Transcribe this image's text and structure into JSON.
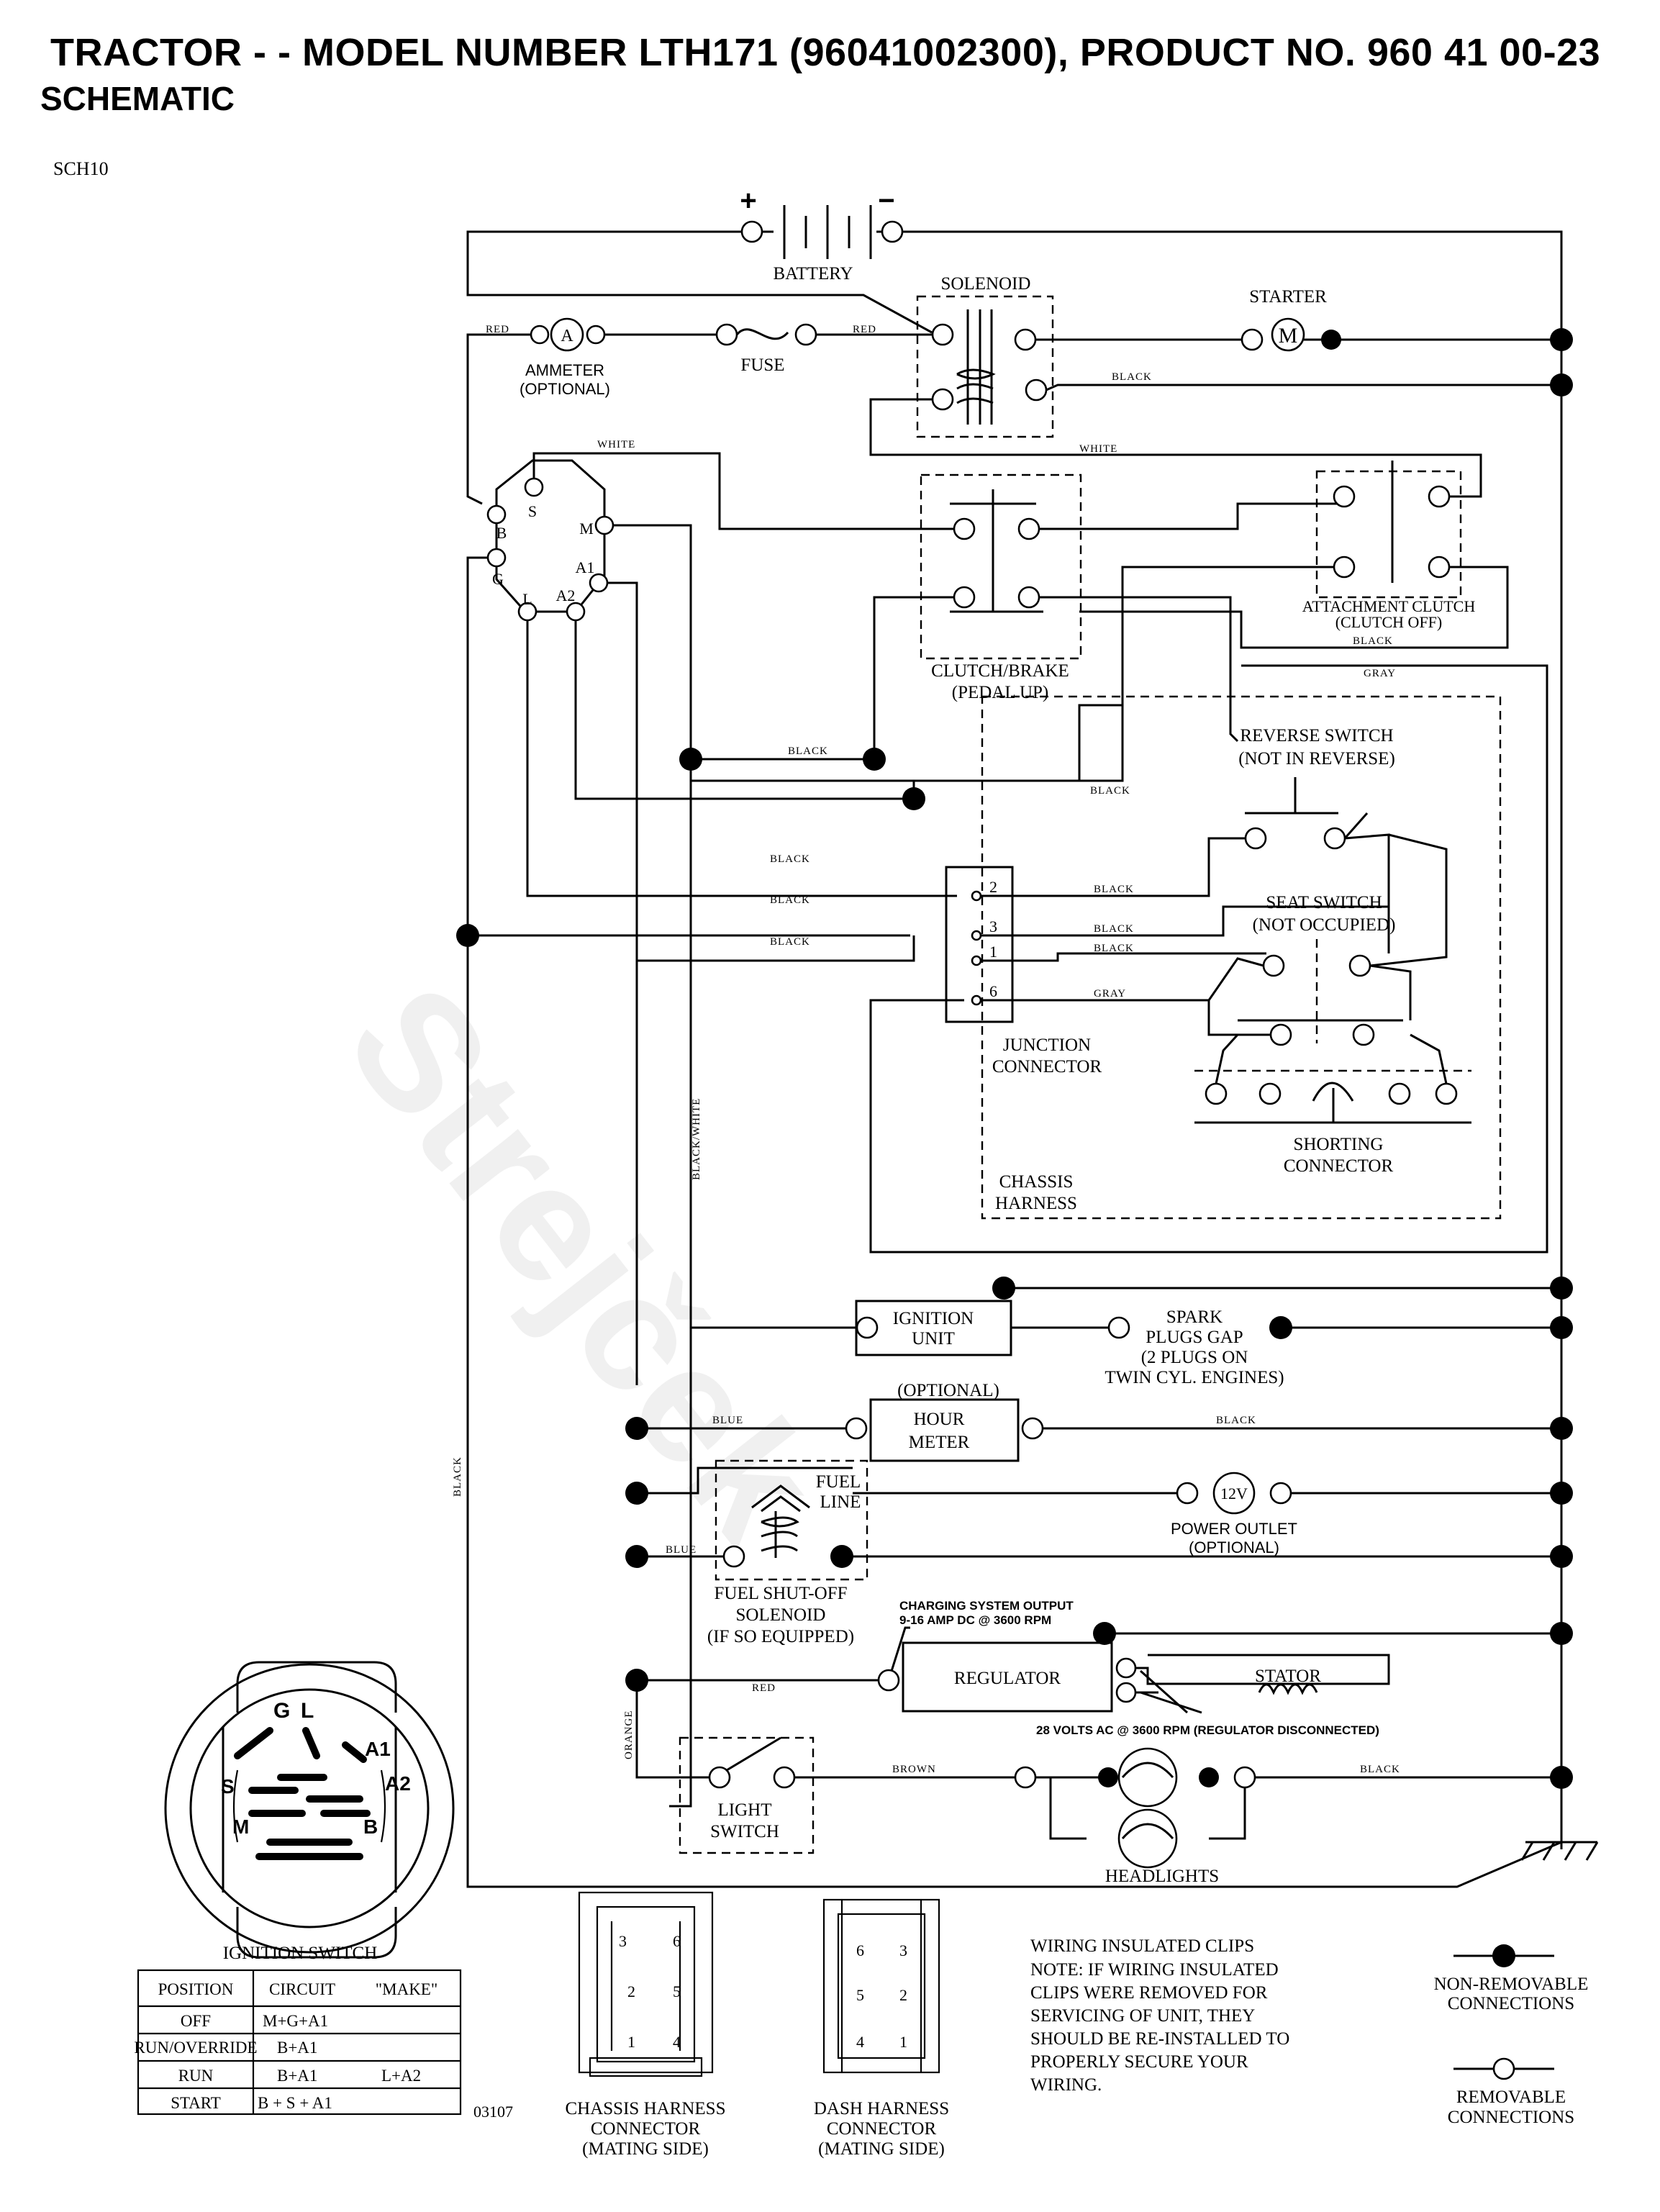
{
  "header": {
    "title": "TRACTOR - - MODEL NUMBER LTH171 (96041002300), PRODUCT NO. 960 41 00-23",
    "subtitle": "SCHEMATIC",
    "code": "SCH10"
  },
  "watermark": "Strejček",
  "components": {
    "battery": "BATTERY",
    "battery_plus": "+",
    "battery_minus": "−",
    "solenoid": "SOLENOID",
    "starter": "STARTER",
    "starter_symbol": "M",
    "ammeter": "AMMETER",
    "ammeter_opt": "(OPTIONAL)",
    "ammeter_symbol": "A",
    "fuse": "FUSE",
    "clutch_brake_1": "CLUTCH/BRAKE",
    "clutch_brake_2": "(PEDAL UP)",
    "attach_clutch_1": "ATTACHMENT CLUTCH",
    "attach_clutch_2": "(CLUTCH OFF)",
    "reverse_1": "REVERSE SWITCH",
    "reverse_2": "(NOT IN REVERSE)",
    "seat_1": "SEAT SWITCH",
    "seat_2": "(NOT OCCUPIED)",
    "junction_1": "JUNCTION",
    "junction_2": "CONNECTOR",
    "shorting_1": "SHORTING",
    "shorting_2": "CONNECTOR",
    "chassis_1": "CHASSIS",
    "chassis_2": "HARNESS",
    "ignition_unit_1": "IGNITION",
    "ignition_unit_2": "UNIT",
    "spark_1": "SPARK",
    "spark_2": "PLUGS GAP",
    "spark_3": "(2 PLUGS ON",
    "spark_4": "TWIN CYL. ENGINES)",
    "hour_opt": "(OPTIONAL)",
    "hour_1": "HOUR",
    "hour_2": "METER",
    "fuel_line_1": "FUEL",
    "fuel_line_2": "LINE",
    "power_outlet_1": "POWER OUTLET",
    "power_outlet_2": "(OPTIONAL)",
    "power_outlet_symbol": "12V",
    "fuel_sol_1": "FUEL SHUT-OFF",
    "fuel_sol_2": "SOLENOID",
    "fuel_sol_3": "(IF SO EQUIPPED)",
    "charging_1": "CHARGING SYSTEM OUTPUT",
    "charging_2": "9-16 AMP DC @ 3600 RPM",
    "regulator": "REGULATOR",
    "stator": "STATOR",
    "ac_note": "28 VOLTS AC @ 3600 RPM (REGULATOR DISCONNECTED)",
    "light_1": "LIGHT",
    "light_2": "SWITCH",
    "headlights": "HEADLIGHTS"
  },
  "ignition_terminals": [
    "S",
    "M",
    "B",
    "A1",
    "G",
    "L",
    "A2"
  ],
  "junction_pins": [
    "2",
    "3",
    "1",
    "6"
  ],
  "wire_labels": {
    "red": "RED",
    "white": "WHITE",
    "black": "BLACK",
    "gray": "GRAY",
    "blue": "BLUE",
    "brown": "BROWN",
    "orange": "ORANGE",
    "black_white": "BLACK/WHITE"
  },
  "ignition_switch": {
    "title": "IGNITION SWITCH",
    "face_labels": [
      "G",
      "L",
      "A1",
      "S",
      "A2",
      "M",
      "B"
    ],
    "headers": [
      "POSITION",
      "CIRCUIT",
      "\"MAKE\""
    ],
    "rows": [
      {
        "position": "OFF",
        "circuit": "M+G+A1",
        "make": ""
      },
      {
        "position": "RUN/OVERRIDE",
        "circuit": "B+A1",
        "make": ""
      },
      {
        "position": "RUN",
        "circuit": "B+A1",
        "make": "L+A2"
      },
      {
        "position": "START",
        "circuit": "B + S + A1",
        "make": ""
      }
    ]
  },
  "footer": {
    "part_code": "03107",
    "chassis_conn_1": "CHASSIS HARNESS",
    "chassis_conn_2": "CONNECTOR",
    "chassis_conn_3": "(MATING SIDE)",
    "dash_conn_1": "DASH HARNESS",
    "dash_conn_2": "CONNECTOR",
    "dash_conn_3": "(MATING SIDE)",
    "chassis_pins": [
      "3",
      "6",
      "2",
      "5",
      "1",
      "4"
    ],
    "dash_pins": [
      "6",
      "3",
      "5",
      "2",
      "4",
      "1"
    ],
    "note_lines": [
      "WIRING INSULATED CLIPS",
      "NOTE:  IF WIRING INSULATED",
      "CLIPS WERE REMOVED FOR",
      "SERVICING OF UNIT, THEY",
      "SHOULD BE RE-INSTALLED TO",
      "PROPERLY SECURE YOUR",
      " WIRING."
    ],
    "legend_nonremovable_1": "NON-REMOVABLE",
    "legend_nonremovable_2": "CONNECTIONS",
    "legend_removable_1": "REMOVABLE",
    "legend_removable_2": "CONNECTIONS"
  }
}
